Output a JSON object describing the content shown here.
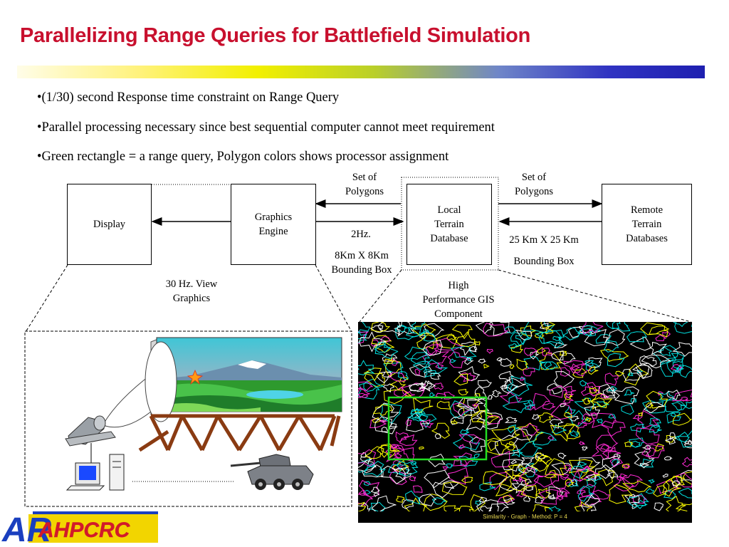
{
  "slide": {
    "title": "Parallelizing Range Queries for Battlefield Simulation",
    "bullets": [
      "•(1/30) second Response time constraint on Range Query",
      "•Parallel processing necessary since best sequential computer cannot meet requirement",
      "•Green rectangle = a range query,  Polygon colors shows processor assignment"
    ]
  },
  "diagram": {
    "boxes": {
      "display": "Display",
      "graphics_engine": [
        "Graphics",
        "Engine"
      ],
      "local_db": [
        "Local",
        "Terrain",
        "Database"
      ],
      "remote_db": [
        "Remote",
        "Terrain",
        "Databases"
      ]
    },
    "labels": {
      "set_of_polygons_left": [
        "Set of",
        "Polygons"
      ],
      "set_of_polygons_right": [
        "Set of",
        "Polygons"
      ],
      "rate_2hz": "2Hz.",
      "bbox_8km": [
        "8Km X 8Km",
        "Bounding Box"
      ],
      "bbox_25km_size": "25 Km X 25 Km",
      "bbox_25km_label": "Bounding Box",
      "view_graphics": [
        "30 Hz. View",
        "Graphics"
      ],
      "gis": [
        "High",
        "Performance GIS",
        "Component"
      ]
    }
  },
  "map": {
    "caption": "Similarity - Graph - Method: P = 4",
    "colors": {
      "background": "#000000",
      "query_rect": "#22dd22",
      "polys": [
        "#ffffff",
        "#00e0e0",
        "#ffff00",
        "#ff2ad4"
      ]
    }
  },
  "logo": {
    "letters": "AR",
    "text": "AHPCRC"
  }
}
